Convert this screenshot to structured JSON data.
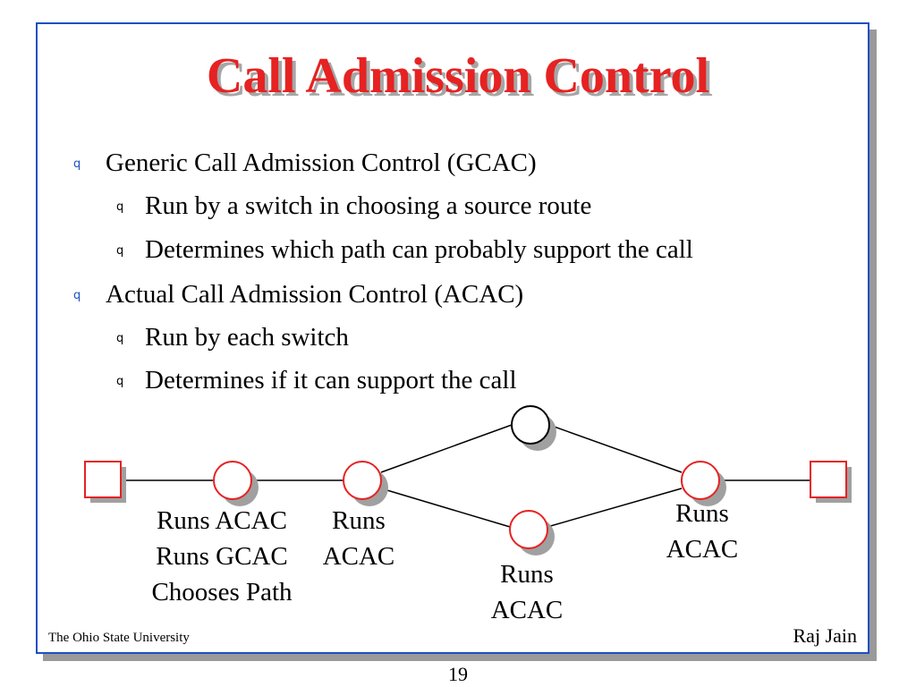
{
  "slide": {
    "title": "Call Admission Control",
    "bullets": [
      {
        "text": "Generic Call Admission Control (GCAC)",
        "level": 1
      },
      {
        "text": "Run by a switch in choosing a source route",
        "level": 2
      },
      {
        "text": "Determines which path can probably support the call",
        "level": 2
      },
      {
        "text": "Actual Call Admission Control (ACAC)",
        "level": 1
      },
      {
        "text": "Run by each switch",
        "level": 2
      },
      {
        "text": "Determines if it can support the call",
        "level": 2
      }
    ],
    "bullet_marker": "q",
    "diagram": {
      "labels": {
        "first_switch": [
          "Runs ACAC",
          "Runs GCAC",
          "Chooses Path"
        ],
        "second_switch": [
          "Runs",
          "ACAC"
        ],
        "lower_switch": [
          "Runs",
          "ACAC"
        ],
        "last_switch": [
          "Runs",
          "ACAC"
        ]
      },
      "colors": {
        "end_system": "#e62222",
        "switch_outline": "#e62222",
        "top_node_outline": "#000000",
        "shadow": "#a0a0a0"
      }
    },
    "footer": {
      "left": "The Ohio State University",
      "right": "Raj Jain"
    }
  },
  "page_number": "19"
}
